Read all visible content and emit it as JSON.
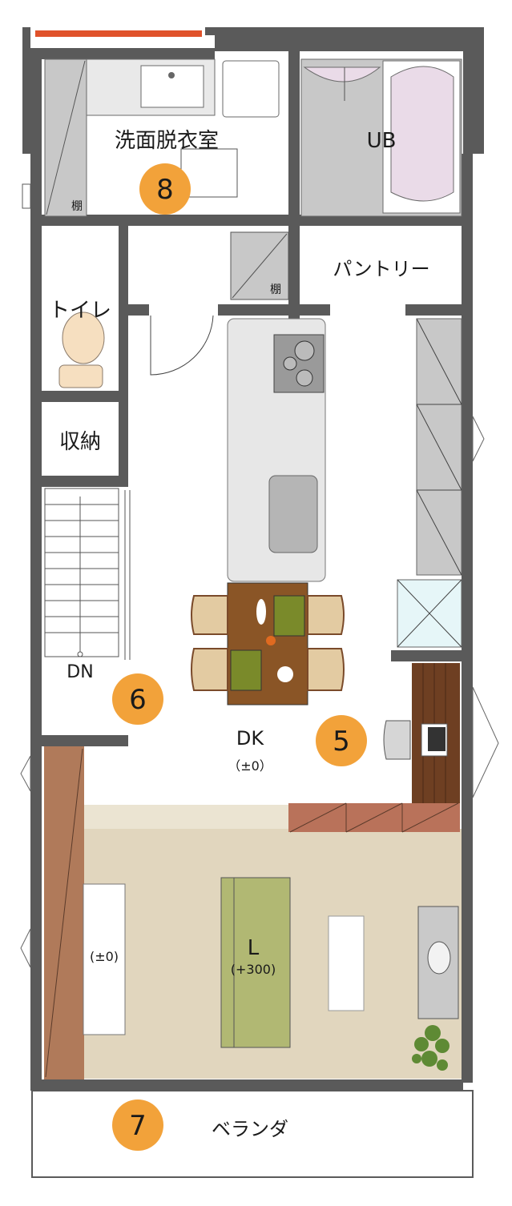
{
  "rooms": {
    "washroom": "洗面脱衣室",
    "bath": "UB",
    "pantry": "パントリー",
    "toilet": "トイレ",
    "storage": "収納",
    "stairs": "DN",
    "dk": "DK",
    "dk_level": "（±0）",
    "living": "L",
    "living_level": "(+300)",
    "side_level": "(±0)",
    "veranda": "ベランダ",
    "shelf1": "棚",
    "shelf2": "棚"
  },
  "markers": [
    {
      "label": "8"
    },
    {
      "label": "6"
    },
    {
      "label": "5"
    },
    {
      "label": "7"
    }
  ],
  "colors": {
    "wall": "#5a5a5a",
    "marker": "#f2a23a",
    "living_floor": "#e1d6be",
    "wood_floor": "#6e3f22",
    "sofa": "#b1b873",
    "fixture_gray": "#c8c8c8",
    "bath_pink": "#eadbe8"
  }
}
